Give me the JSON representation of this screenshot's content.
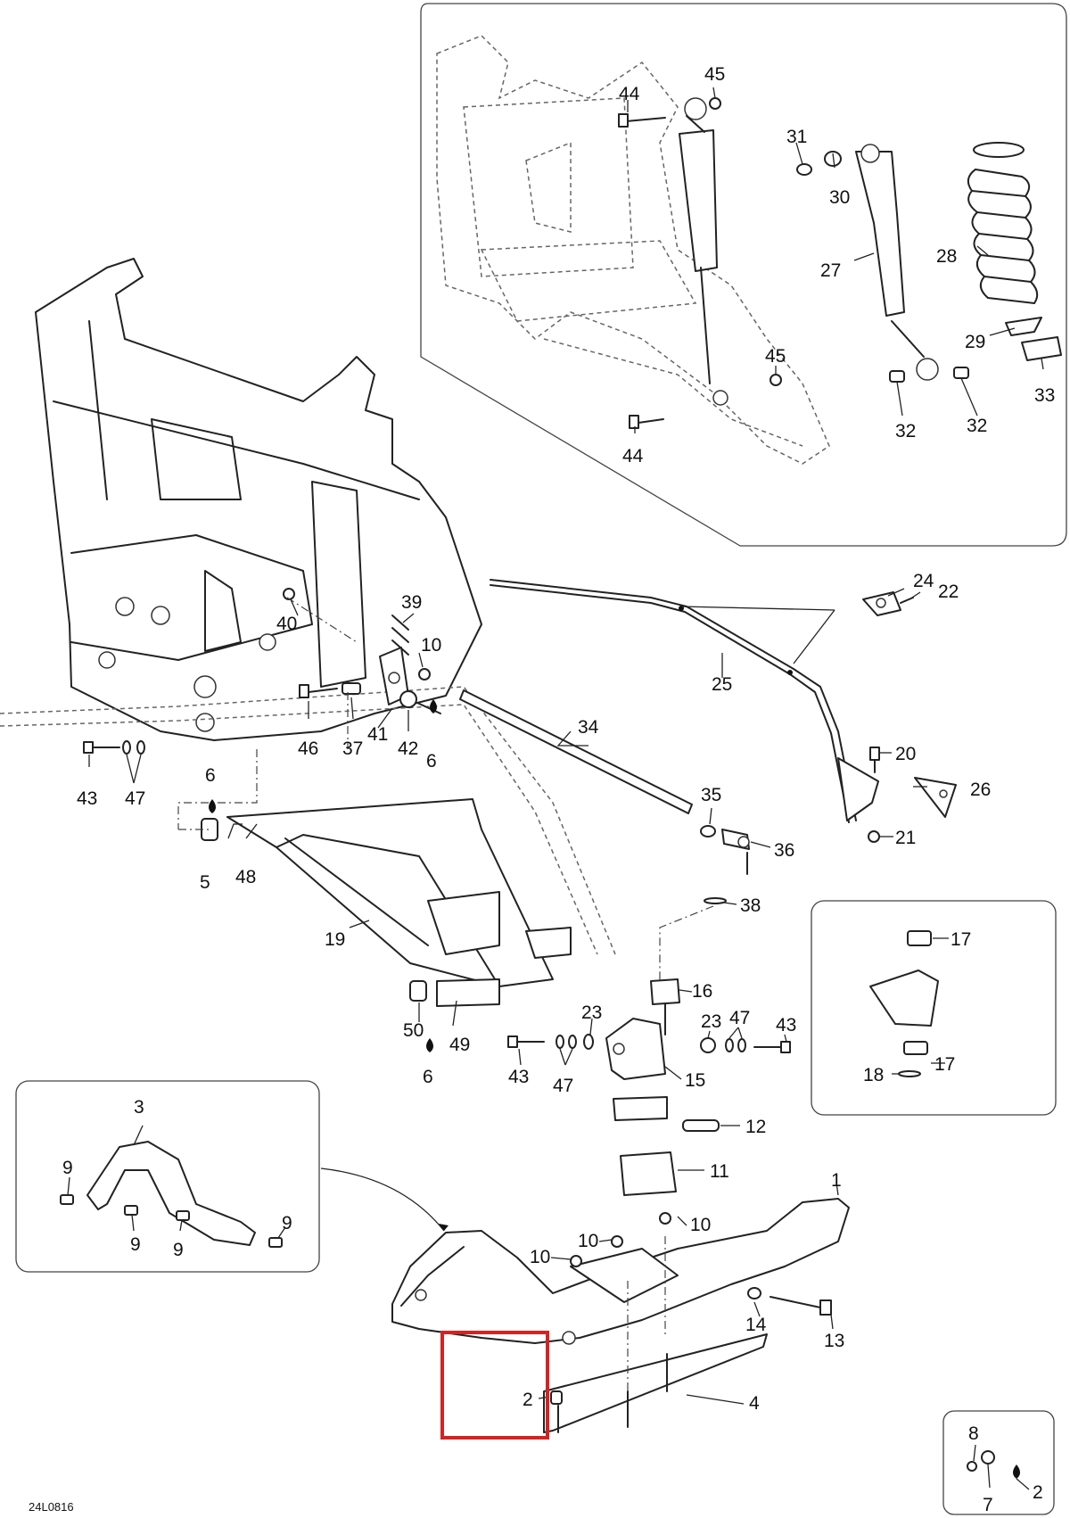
{
  "drawing_code": "24L0816",
  "highlight_color": "#d62222",
  "labels": {
    "p1": "1",
    "p2": "2",
    "p2b": "2",
    "p3": "3",
    "p4": "4",
    "p5": "5",
    "p6a": "6",
    "p6b": "6",
    "p6c": "6",
    "p7": "7",
    "p8": "8",
    "p9a": "9",
    "p9b": "9",
    "p9c": "9",
    "p9d": "9",
    "p10a": "10",
    "p10b": "10",
    "p10c": "10",
    "p10d": "10",
    "p11": "11",
    "p12": "12",
    "p13": "13",
    "p14": "14",
    "p15": "15",
    "p16": "16",
    "p17a": "17",
    "p17b": "17",
    "p18": "18",
    "p19": "19",
    "p20": "20",
    "p21": "21",
    "p22": "22",
    "p23a": "23",
    "p23b": "23",
    "p24": "24",
    "p25": "25",
    "p26": "26",
    "p27": "27",
    "p28": "28",
    "p29": "29",
    "p30": "30",
    "p31": "31",
    "p32a": "32",
    "p32b": "32",
    "p33": "33",
    "p34": "34",
    "p35": "35",
    "p36": "36",
    "p37": "37",
    "p38": "38",
    "p39": "39",
    "p40": "40",
    "p41": "41",
    "p42": "42",
    "p43a": "43",
    "p43b": "43",
    "p43c": "43",
    "p44a": "44",
    "p44b": "44",
    "p45a": "45",
    "p45b": "45",
    "p46": "46",
    "p47a": "47",
    "p47b": "47",
    "p47c": "47",
    "p48": "48",
    "p49": "49",
    "p50": "50"
  }
}
